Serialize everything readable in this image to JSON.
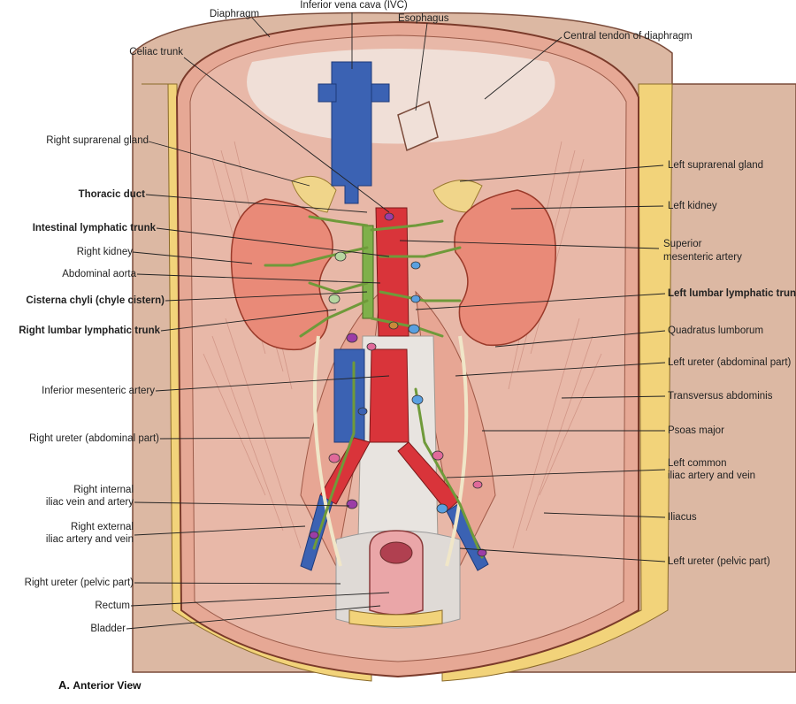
{
  "labels": {
    "diaphragm": "Diaphragm",
    "ivc": "Inferior vena cava (IVC)",
    "esophagus": "Esophagus",
    "central_tendon": "Central tendon of diaphragm",
    "celiac_trunk": "Celiac trunk",
    "right_suprarenal": "Right suprarenal gland",
    "left_suprarenal": "Left suprarenal gland",
    "thoracic_duct": "Thoracic duct",
    "left_kidney": "Left kidney",
    "intestinal_trunk": "Intestinal lymphatic trunk",
    "right_kidney": "Right kidney",
    "superior_mesenteric_1": "Superior",
    "superior_mesenteric_2": "mesenteric artery",
    "abdominal_aorta": "Abdominal aorta",
    "cisterna_chyli": "Cisterna chyli (chyle cistern)",
    "left_lumbar_trunk": "Left lumbar lymphatic trunk",
    "right_lumbar_trunk": "Right lumbar lymphatic trunk",
    "quadratus_lumborum": "Quadratus lumborum",
    "left_ureter_abd": "Left ureter (abdominal part)",
    "inferior_mesenteric": "Inferior mesenteric artery",
    "transversus": "Transversus abdominis",
    "right_ureter_abd": "Right ureter (abdominal part)",
    "psoas": "Psoas major",
    "left_common_iliac_1": "Left common",
    "left_common_iliac_2": "iliac artery and vein",
    "right_internal_iliac_1": "Right internal",
    "right_internal_iliac_2": "iliac vein and artery",
    "iliacus": "Iliacus",
    "right_external_iliac_1": "Right external",
    "right_external_iliac_2": "iliac artery and vein",
    "left_ureter_pelvic": "Left ureter (pelvic part)",
    "right_ureter_pelvic": "Right ureter (pelvic part)",
    "rectum": "Rectum",
    "bladder": "Bladder"
  },
  "caption": {
    "letter": "A.",
    "view": "Anterior View"
  },
  "colors": {
    "muscle": "#e8b3a3",
    "kidney": "#e98a78",
    "vein": "#3b62b3",
    "artery": "#d9343a",
    "lymph_vessel": "#6f9a3a",
    "fat": "#f2d37a",
    "skin": "#d9b6a1"
  }
}
